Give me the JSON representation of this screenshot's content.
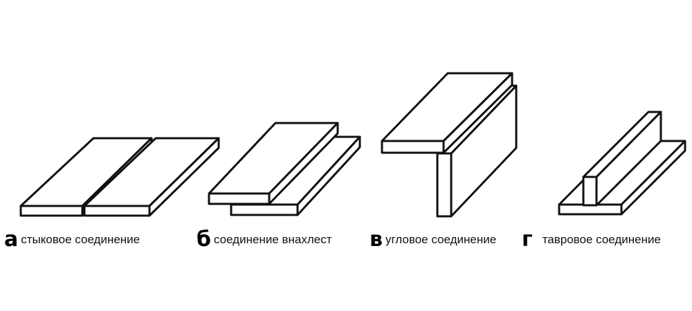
{
  "joints": [
    {
      "letter": "а",
      "caption": "стыковое соединение"
    },
    {
      "letter": "б",
      "caption": "соединение внахлест"
    },
    {
      "letter": "в",
      "caption": "угловое соединение"
    },
    {
      "letter": "г",
      "caption": "тавровое соединение"
    }
  ],
  "colors": {
    "line": "#111111",
    "fill": "#ffffff"
  }
}
